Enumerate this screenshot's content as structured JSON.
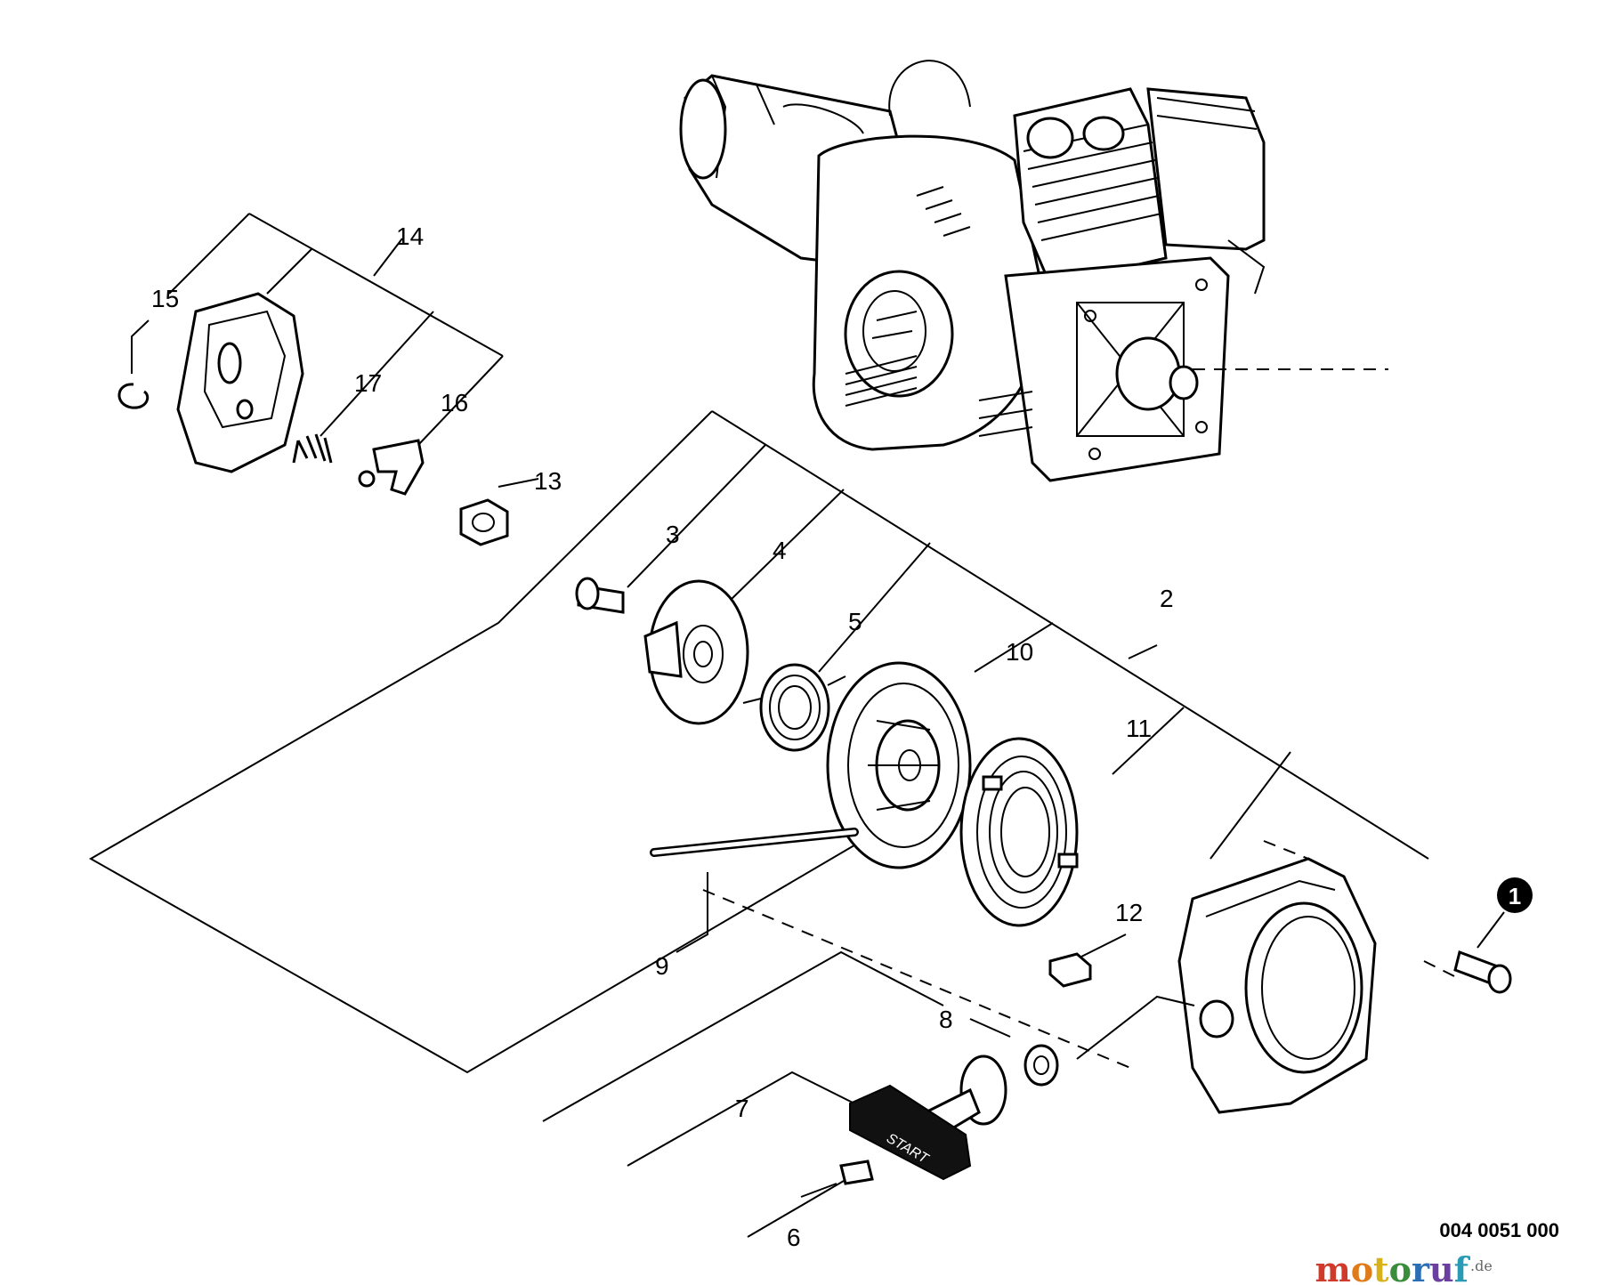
{
  "diagram": {
    "callouts": {
      "c1": "1",
      "c2": "2",
      "c3": "3",
      "c4": "4",
      "c5": "5",
      "c6": "6",
      "c7": "7",
      "c8": "8",
      "c9": "9",
      "c10": "10",
      "c11": "11",
      "c12": "12",
      "c13": "13",
      "c14": "14",
      "c15": "15",
      "c16": "16",
      "c17": "17"
    },
    "drawing_number": "004 0051 000",
    "handle_text": "START",
    "watermark": {
      "letters": [
        "m",
        "o",
        "t",
        "o",
        "r",
        "u",
        "f"
      ],
      "suffix": ".de",
      "colors": [
        "#d03a2a",
        "#e07b1a",
        "#d8b21a",
        "#3a8d3a",
        "#2a6fb5",
        "#6a3fa0",
        "#2a9bb5"
      ]
    }
  }
}
